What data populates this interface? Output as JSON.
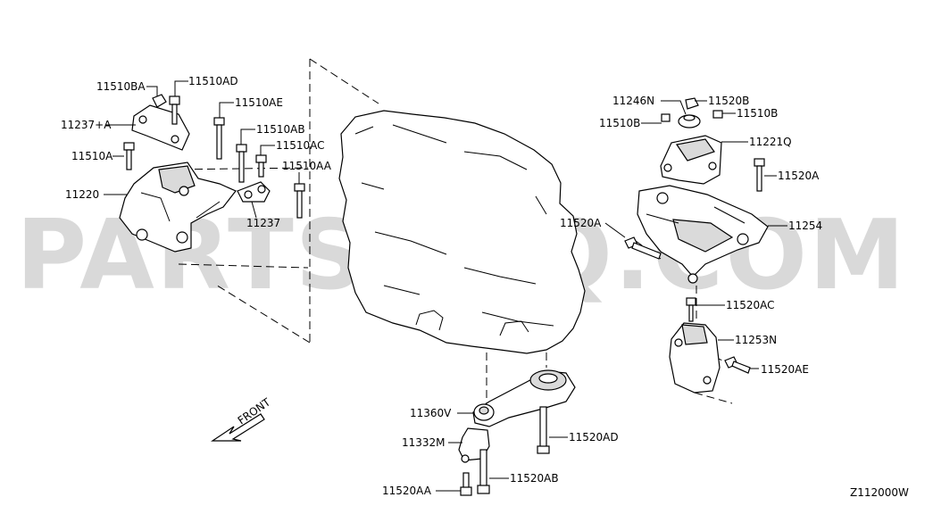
{
  "watermark": "PARTSOUQ.COM",
  "diagram_code": "Z112000W",
  "front_label": "FRONT",
  "labels": {
    "l11510BA": "11510BA",
    "l11510AD": "11510AD",
    "l11510AE": "11510AE",
    "l11237A": "11237+A",
    "l11510AB": "11510AB",
    "l11510AC": "11510AC",
    "l11510A": "11510A",
    "l11510AA": "11510AA",
    "l11220": "11220",
    "l11237": "11237",
    "l11246N": "11246N",
    "l11520B": "11520B",
    "l11510B_r": "11510B",
    "l11510B_l": "11510B",
    "l11221Q": "11221Q",
    "l11520A_r": "11520A",
    "l11520A_l": "11520A",
    "l11254": "11254",
    "l11520AC": "11520AC",
    "l11253N": "11253N",
    "l11520AE": "11520AE",
    "l11360V": "11360V",
    "l11520AD": "11520AD",
    "l11332M": "11332M",
    "l11520AB": "11520AB",
    "l11520AA": "11520AA"
  }
}
